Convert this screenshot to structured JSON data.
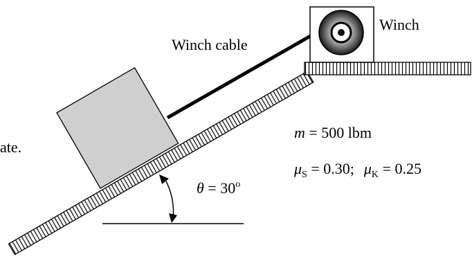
{
  "labels": {
    "winch": "Winch",
    "winch_cable": "Winch cable",
    "cropped_text": "ate."
  },
  "mass": {
    "symbol": "m",
    "equals": " = 500 lbm"
  },
  "friction": {
    "mu": "μ",
    "static_sub": "S",
    "static_val": " = 0.30;",
    "kinetic_sub": "K",
    "kinetic_val": " = 0.25"
  },
  "angle": {
    "symbol": "θ",
    "equals": " = 30",
    "degree": "o"
  }
}
